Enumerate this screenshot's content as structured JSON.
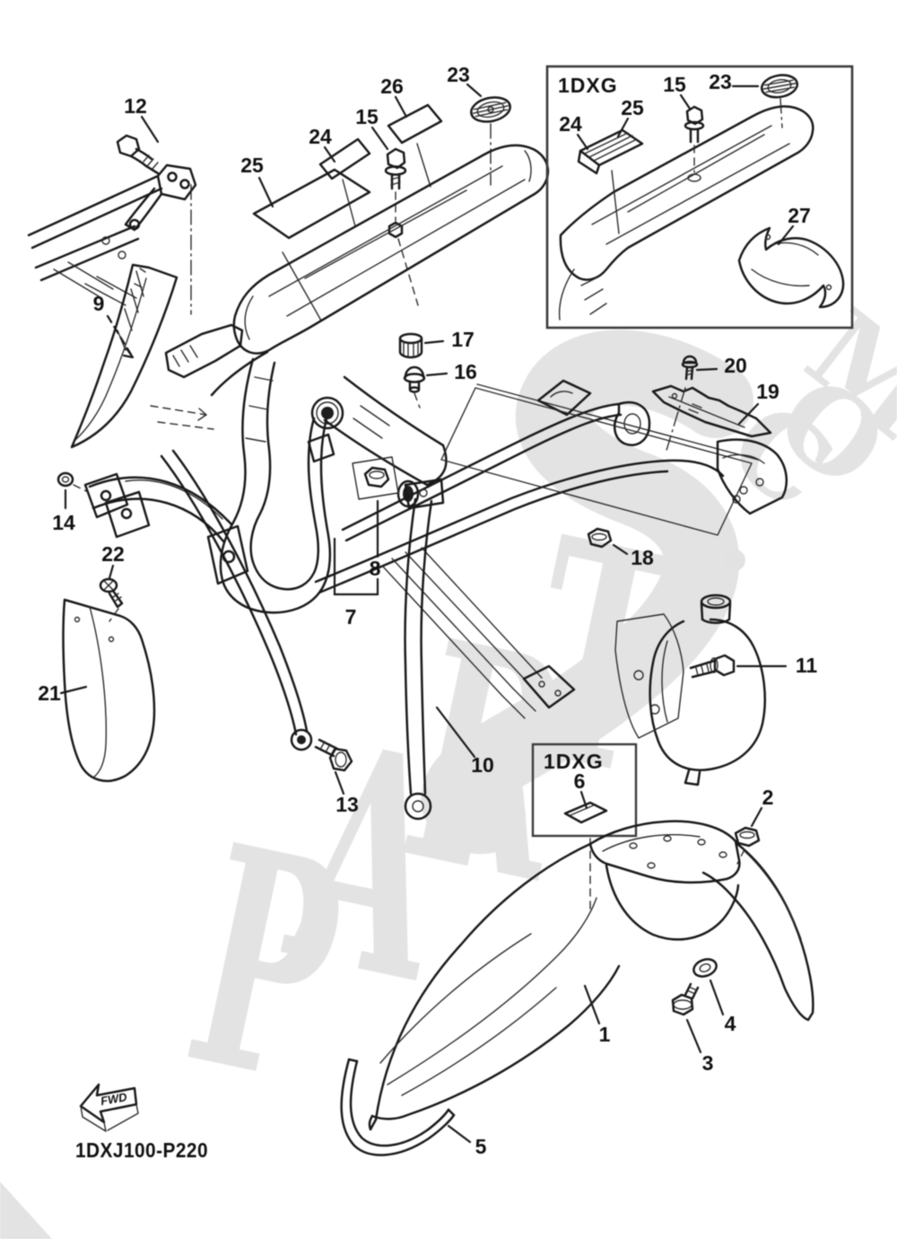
{
  "page": {
    "diagram_code": "1DXJ100-P220",
    "fwd_label": "FWD",
    "inset_model_code": "1DXG"
  },
  "watermark": {
    "text": "PARTS.COM",
    "letter_p": "P",
    "letter_a": "A",
    "letter_r": "R",
    "letter_t": "T",
    "letter_c": "C",
    "letter_o": "O",
    "letter_m": "M",
    "color": "#e3e3e3"
  },
  "colors": {
    "line": "#1e1e1e",
    "background": "#ffffff"
  },
  "callouts": {
    "1": "1",
    "2": "2",
    "3": "3",
    "4": "4",
    "5": "5",
    "6": "6",
    "7": "7",
    "8": "8",
    "9": "9",
    "10": "10",
    "11": "11",
    "12": "12",
    "13": "13",
    "14": "14",
    "15": "15",
    "16": "16",
    "17": "17",
    "18": "18",
    "19": "19",
    "20": "20",
    "21": "21",
    "22": "22",
    "23": "23",
    "24": "24",
    "25": "25",
    "26": "26",
    "27": "27"
  }
}
